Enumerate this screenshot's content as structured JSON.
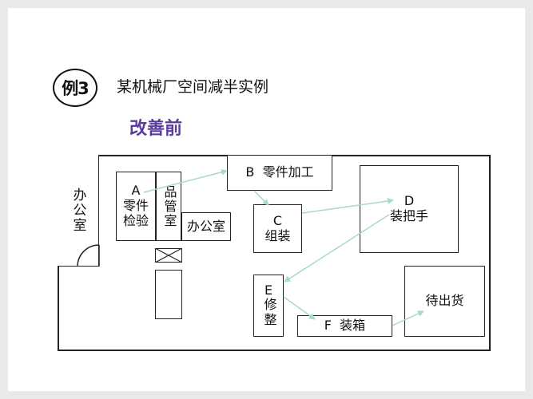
{
  "header": {
    "example_label": "例3",
    "title": "某机械厂空间减半实例",
    "subtitle": "改善前"
  },
  "layout": {
    "office_left": "办公室",
    "box_a_letter": "A",
    "box_a_name_line1": "零件",
    "box_a_name_line2": "检验",
    "quality_room": "品管室",
    "office_mid": "办公室",
    "box_b": "B  零件加工",
    "box_c_letter": "C",
    "box_c_name": "组装",
    "box_d_letter": "D",
    "box_d_name": "装把手",
    "box_e_letter": "E",
    "box_e_name": "修整",
    "box_f": "F  装箱",
    "shipping": "待出货"
  },
  "colors": {
    "title_accent": "#5b3c9e",
    "flow_arrow": "#a8d8d0",
    "wall": "#222222"
  }
}
